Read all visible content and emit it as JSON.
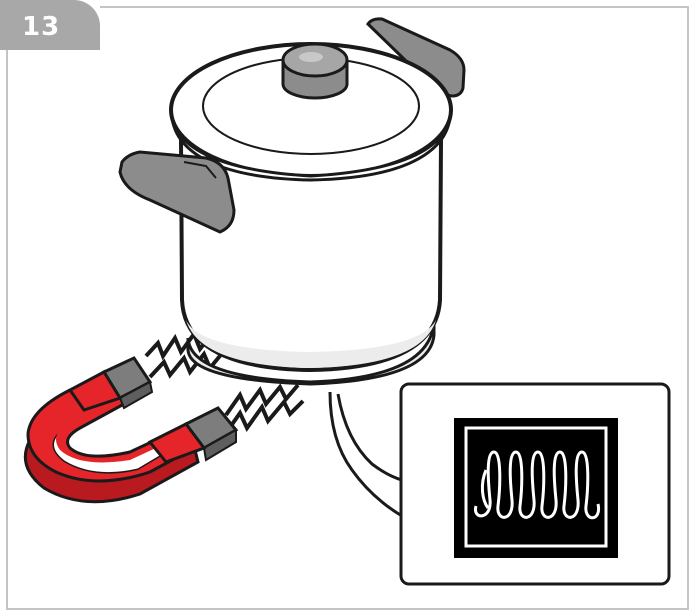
{
  "step": {
    "number": "13"
  },
  "colors": {
    "badge": "#a8a8a8",
    "frame": "#c4c4c4",
    "outline": "#1a1a1a",
    "handle": "#8c8c8c",
    "magnet_red": "#e6252a",
    "magnet_dark_red": "#b81a1f",
    "magnet_pole": "#7d7d7d",
    "symbol_background": "#000000",
    "symbol_line": "#ffffff"
  },
  "icons": {
    "step_badge": "step-number-badge",
    "pot": "cooking-pot-icon",
    "magnet": "horseshoe-magnet-icon",
    "attraction": "magnetic-zigzag-lines",
    "symbol": "induction-coil-symbol-icon"
  }
}
